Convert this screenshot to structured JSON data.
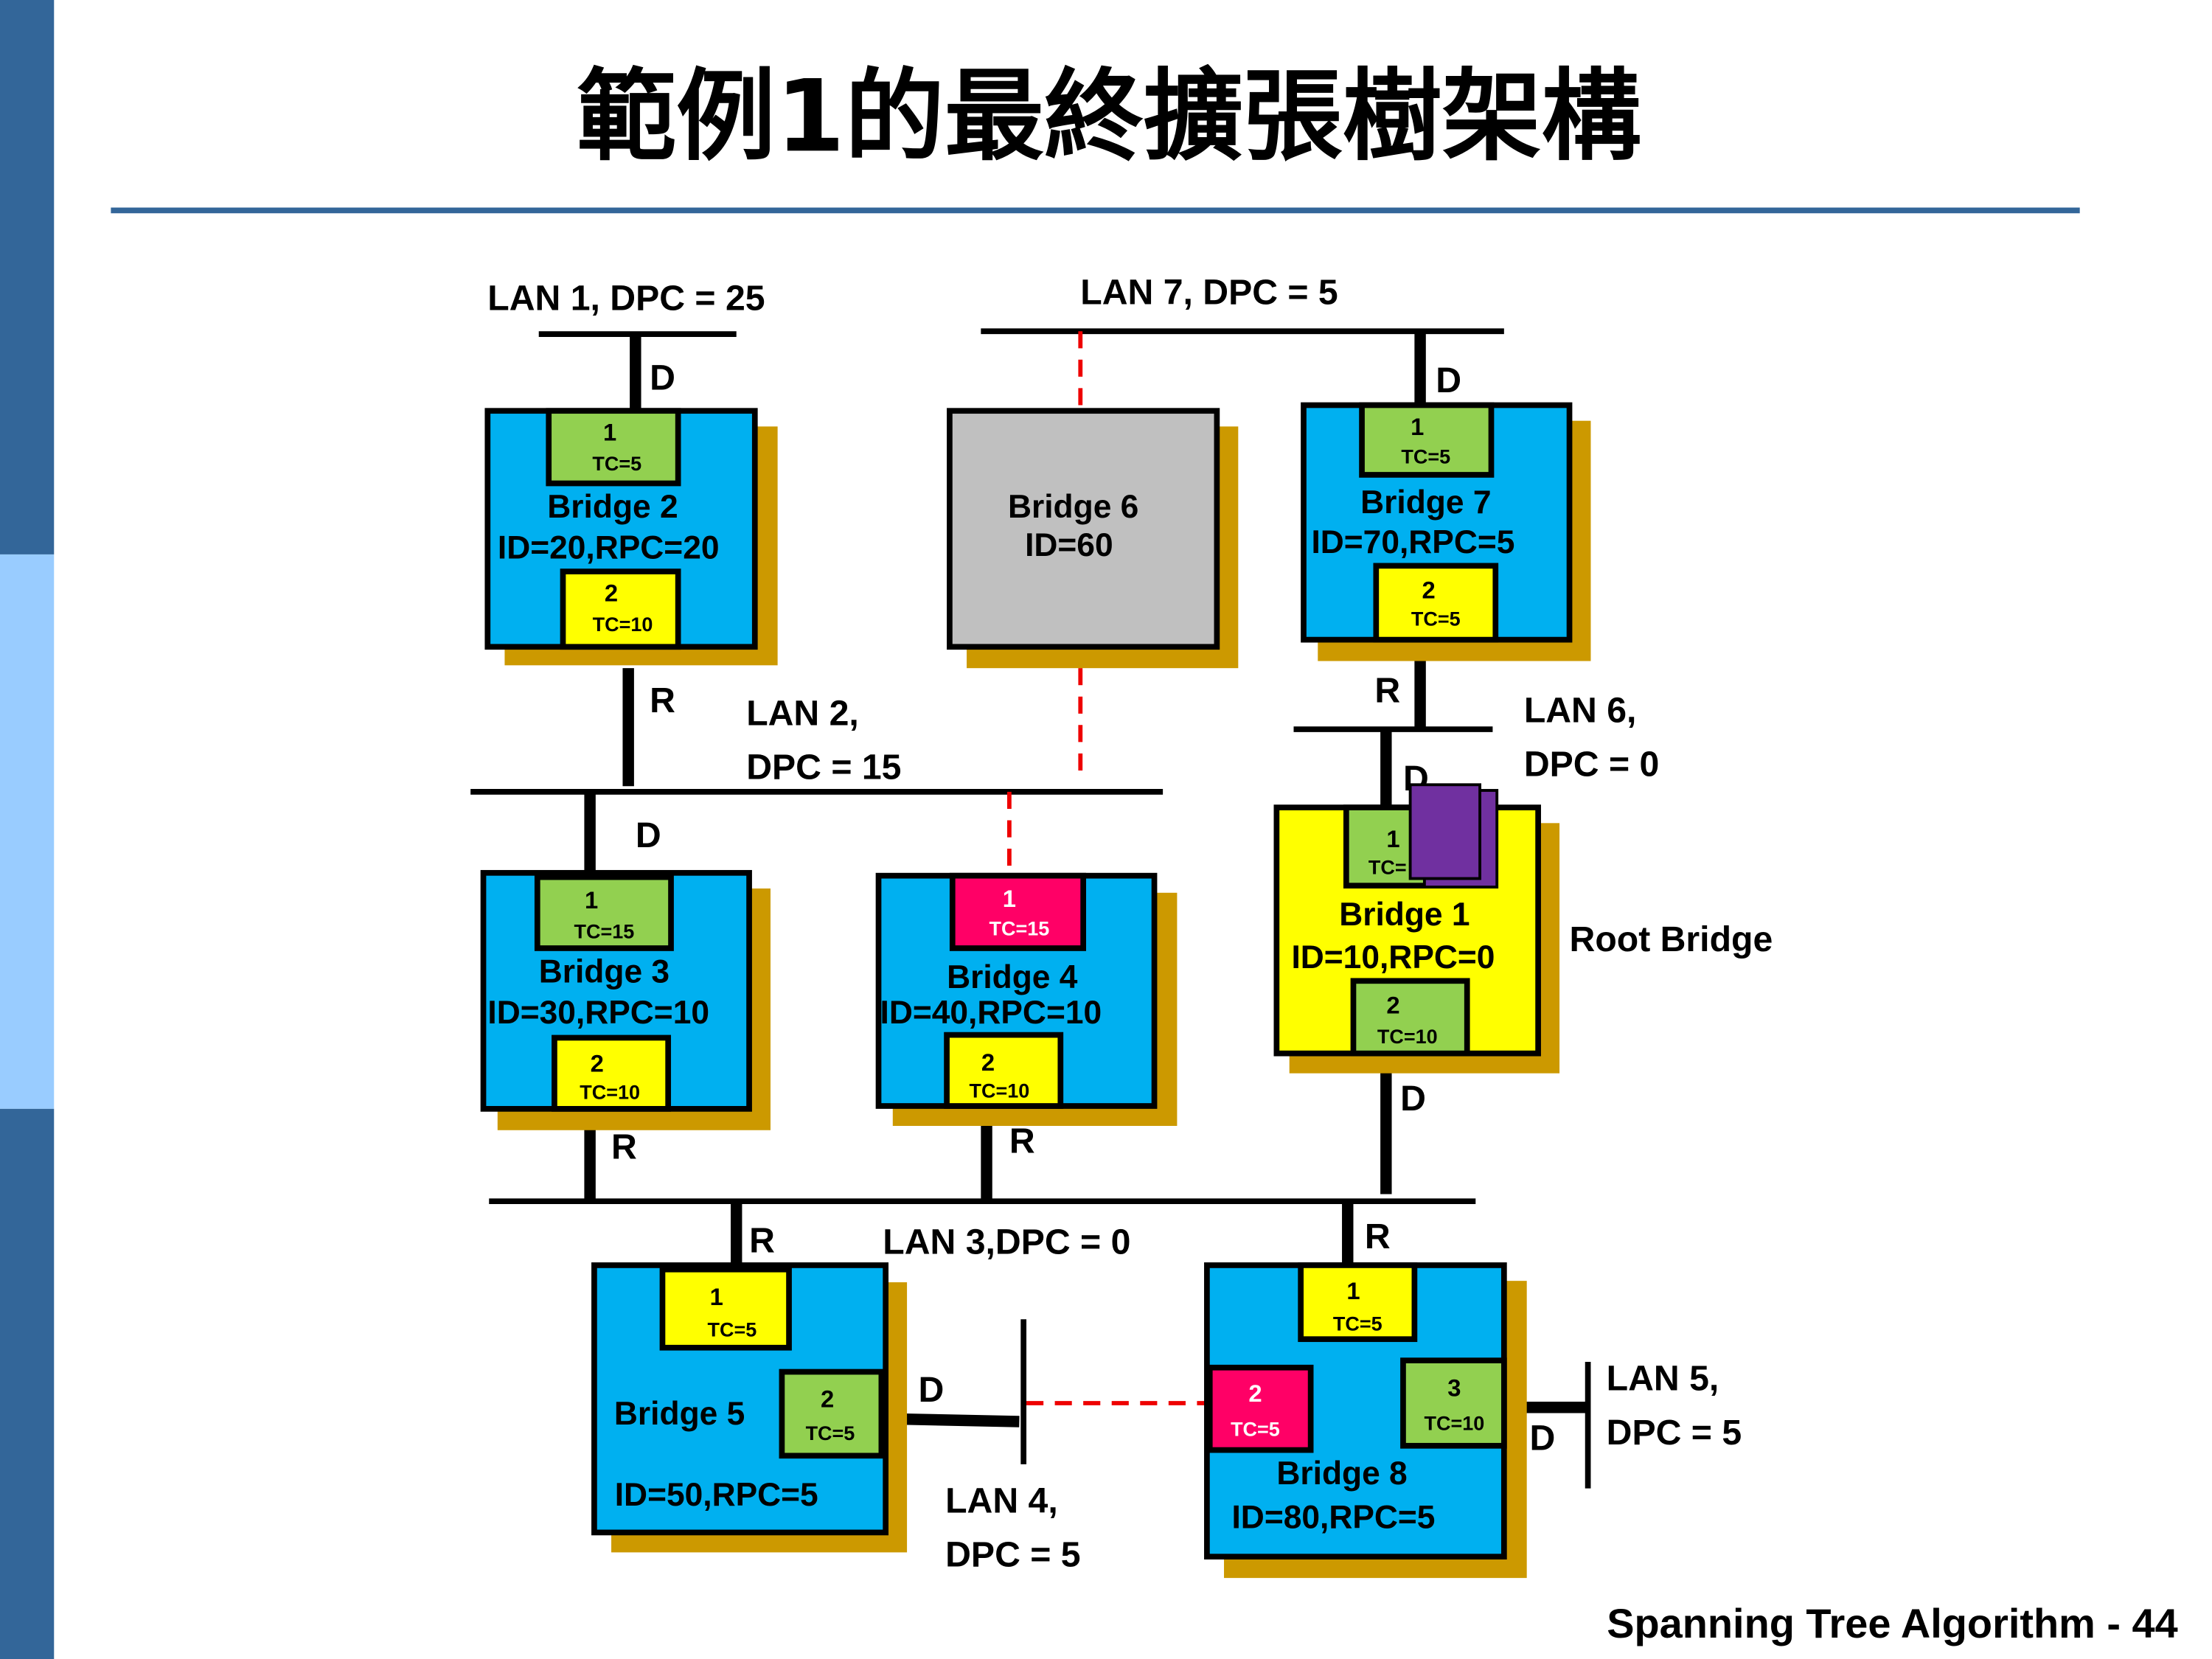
{
  "title": "範例1的最終擴張樹架構",
  "footer": "Spanning Tree Algorithm - 44",
  "colors": {
    "sidebar_dark": "#336699",
    "sidebar_light": "#99ccff",
    "bridge_active": "#00b0f0",
    "bridge_blocked": "#c0c0c0",
    "root_bridge": "#ffff00",
    "designated_port": "#92d050",
    "root_port": "#ffff00",
    "blocked_port": "#ff0066",
    "shadow": "#cc9900",
    "blocked_link": "#ee0000",
    "marker": "#7030a0"
  },
  "lans": {
    "lan1": "LAN 1, DPC = 25",
    "lan2a": "LAN 2,",
    "lan2b": "DPC = 15",
    "lan3": "LAN 3,DPC = 0",
    "lan4a": "LAN 4,",
    "lan4b": "DPC = 5",
    "lan5a": "LAN 5,",
    "lan5b": "DPC = 5",
    "lan6a": "LAN 6,",
    "lan6b": "DPC = 0",
    "lan7": "LAN 7, DPC = 5"
  },
  "port_roles": {
    "d": "D",
    "r": "R"
  },
  "root_label": "Root Bridge",
  "bridges": {
    "b1": {
      "name": "Bridge 1",
      "info": "ID=10,RPC=0",
      "p1": {
        "n": "1",
        "tc": "TC="
      },
      "p2": {
        "n": "2",
        "tc": "TC=10"
      }
    },
    "b2": {
      "name": "Bridge 2",
      "info": "ID=20,RPC=20",
      "p1": {
        "n": "1",
        "tc": "TC=5"
      },
      "p2": {
        "n": "2",
        "tc": "TC=10"
      }
    },
    "b3": {
      "name": "Bridge 3",
      "info": "ID=30,RPC=10",
      "p1": {
        "n": "1",
        "tc": "TC=15"
      },
      "p2": {
        "n": "2",
        "tc": "TC=10"
      }
    },
    "b4": {
      "name": "Bridge 4",
      "info": "ID=40,RPC=10",
      "p1": {
        "n": "1",
        "tc": "TC=15"
      },
      "p2": {
        "n": "2",
        "tc": "TC=10"
      }
    },
    "b5": {
      "name": "Bridge 5",
      "info": "ID=50,RPC=5",
      "p1": {
        "n": "1",
        "tc": "TC=5"
      },
      "p2": {
        "n": "2",
        "tc": "TC=5"
      }
    },
    "b6": {
      "name": "Bridge 6",
      "info": "ID=60"
    },
    "b7": {
      "name": "Bridge 7",
      "info": "ID=70,RPC=5",
      "p1": {
        "n": "1",
        "tc": "TC=5"
      },
      "p2": {
        "n": "2",
        "tc": "TC=5"
      }
    },
    "b8": {
      "name": "Bridge 8",
      "info": "ID=80,RPC=5",
      "p1": {
        "n": "1",
        "tc": "TC=5"
      },
      "p2": {
        "n": "2",
        "tc": "TC=5"
      },
      "p3": {
        "n": "3",
        "tc": "TC=10"
      }
    }
  }
}
